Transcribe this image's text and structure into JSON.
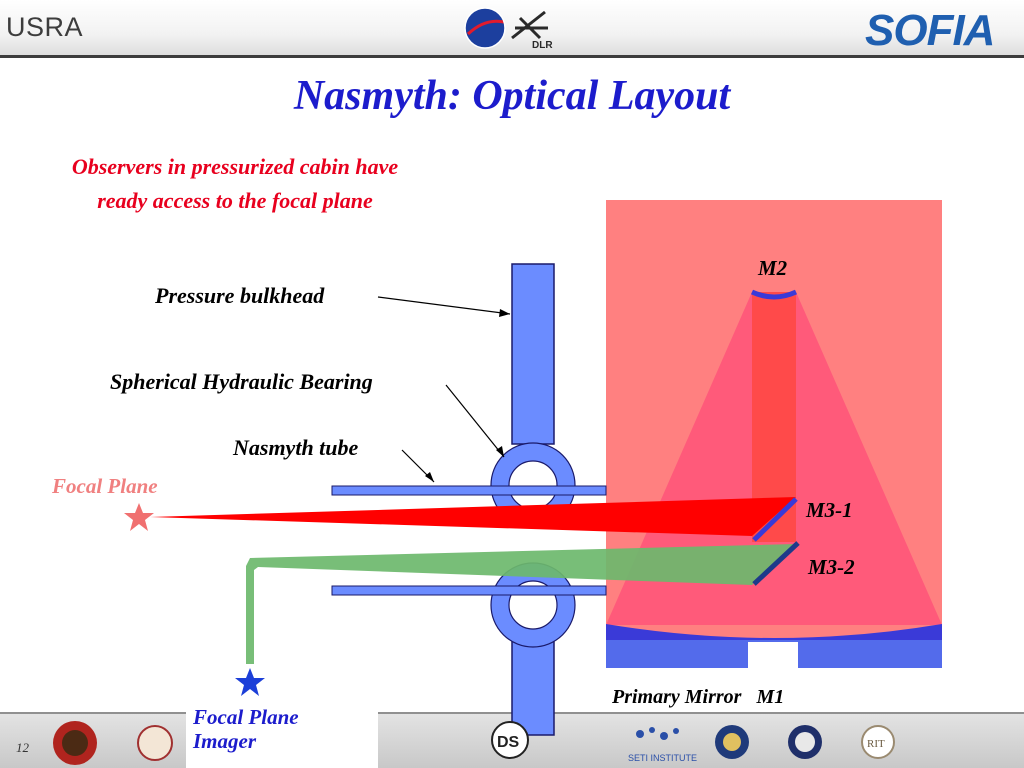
{
  "header": {
    "left_logo_text": "USRA",
    "right_logo_text": "SOFIA"
  },
  "title": "Nasmyth: Optical Layout",
  "note": "Observers in pressurized cabin have ready access to the focal plane",
  "labels": {
    "pressure_bulkhead": "Pressure bulkhead",
    "bearing": "Spherical Hydraulic Bearing",
    "nasmyth_tube": "Nasmyth tube",
    "focal_plane": "Focal Plane",
    "focal_plane_imager": "Focal Plane Imager",
    "m2": "M2",
    "m3_1": "M3-1",
    "m3_2": "M3-2",
    "primary_mirror": "Primary Mirror   M1"
  },
  "footer": {
    "page_number": "12"
  },
  "colors": {
    "title": "#1c1ccc",
    "note": "#e8001e",
    "telescope_bg": "#ff8080",
    "beam_pink": "#ff5a7a",
    "beam_red": "#ff0000",
    "beam_green": "#6cb86c",
    "structure_blue": "#6b8cff",
    "mirror_blue": "#3a3ad8"
  },
  "icons": [
    "nasa-logo-icon",
    "dlr-logo-icon",
    "star-icon",
    "seti-logo-icon"
  ]
}
